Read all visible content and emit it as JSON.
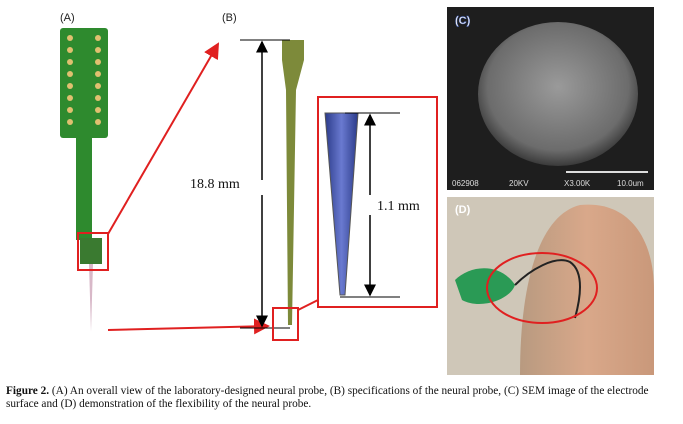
{
  "panels": {
    "a": {
      "label": "(A)"
    },
    "b": {
      "label": "(B)",
      "length": "18.8 mm",
      "tip_length": "1.1 mm"
    },
    "c": {
      "label": "(C)",
      "sem_id": "062908",
      "voltage": "20KV",
      "magnification": "X3.00K",
      "scale": "10.0um"
    },
    "d": {
      "label": "(D)"
    }
  },
  "caption": {
    "title": "Figure 2.",
    "text": " (A) An overall view of the laboratory-designed neural probe, (B) specifications of the neural probe, (C) SEM image of the electrode surface and (D) demonstration of the flexibility of the neural probe."
  },
  "colors": {
    "highlight": "#e02020",
    "probe": "#2e8a2e"
  }
}
